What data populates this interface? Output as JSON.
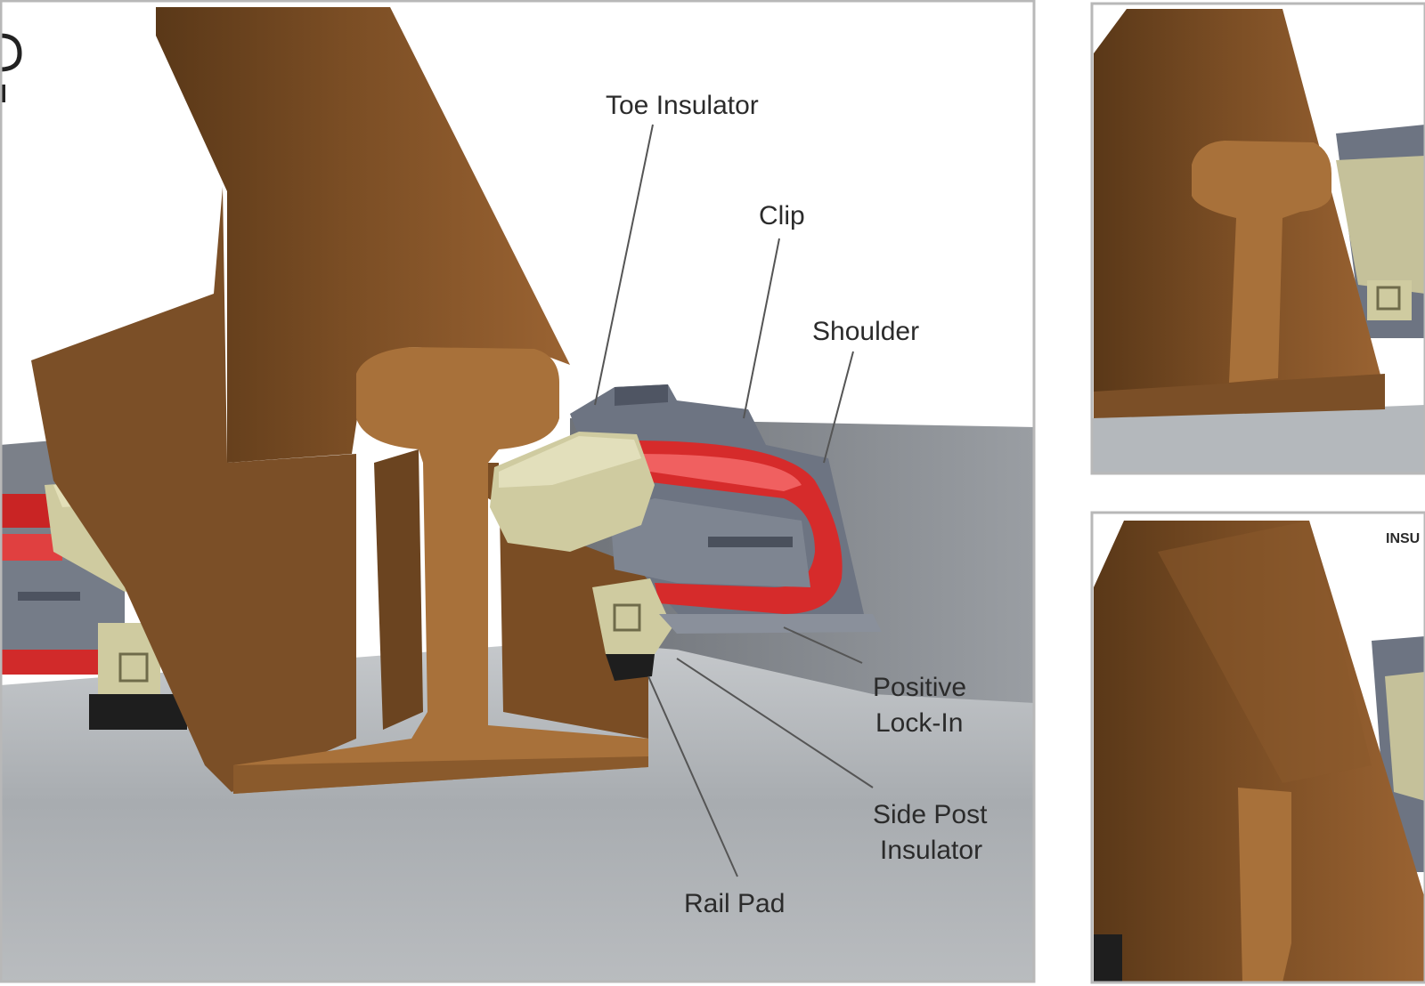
{
  "labels": {
    "toe_insulator": "Toe Insulator",
    "clip": "Clip",
    "shoulder": "Shoulder",
    "positive_lock_in_1": "Positive",
    "positive_lock_in_2": "Lock-In",
    "side_post_insulator_1": "Side Post",
    "side_post_insulator_2": "Insulator",
    "rail_pad": "Rail Pad",
    "partial_corner_text": "INSU"
  },
  "colors": {
    "rail": "#8b5a2b",
    "rail_dark": "#5e3a1a",
    "rail_light": "#a8713a",
    "clip": "#d62b2b",
    "insulator": "#cfcba0",
    "shoulder": "#7a8190",
    "floor": "#a9adb3",
    "frame": "#b8b8b8"
  }
}
